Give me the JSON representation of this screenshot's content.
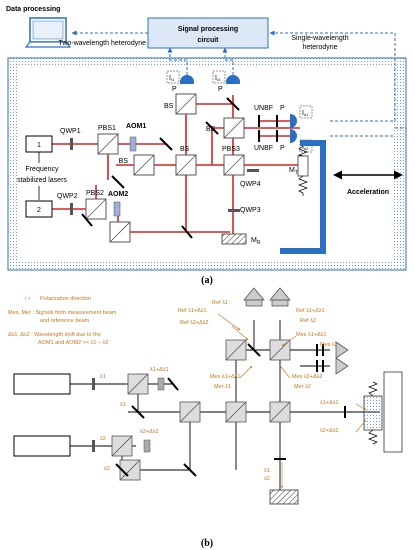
{
  "panel_a": {
    "caption": "(a)",
    "data_processing": "Data processing",
    "signal_box": [
      "Signal processing",
      "circuit"
    ],
    "two_wavelength": "Two-wavelength heterodyne",
    "single_wavelength": [
      "Single-wavelength",
      "heterodyne"
    ],
    "qwp1": "QWP1",
    "qwp2": "QWP2",
    "qwp3": "QWP3",
    "qwp4": "QWP4",
    "pbs1": "PBS1",
    "pbs2": "PBS2",
    "pbs3": "PBS3",
    "aom1": "AOM1",
    "aom2": "AOM2",
    "bs": "BS",
    "unbf": "UNBF",
    "p": "P",
    "laser1": "1",
    "laser2": "2",
    "freq_lasers": [
      "Frequency",
      "stabilized lasers"
    ],
    "mr": "M_R",
    "mt": "M_T",
    "acceleration": "Acceleration",
    "i1": "I_r1",
    "i2": "I_r2",
    "i3": "I_s1",
    "i4": "I_s2"
  },
  "panel_b": {
    "caption": "(b)",
    "legend_arrows": "Polarization direction",
    "legend_mes_mer": [
      "Mes, Mer : Signals from measurement beam",
      "and reference beam"
    ],
    "legend_delta": [
      "Δλ1, Δλ2 : Wavelength shift due to the",
      "AOM1 and AOM2 << λ1 − λ2"
    ],
    "lambda1": "λ1",
    "lambda2": "λ2",
    "l1d": "λ1+Δλ1",
    "l2d": "λ2+Δλ2",
    "ref_l1_l1d": "Ref λ1+Δλ1",
    "ref_l1": "Ref λ1",
    "ref_l2_l2d": "Ref λ2+Δλ2",
    "ref_l2": "Ref λ2",
    "ref_l1d_only": "Ref λ1+Δλ1",
    "mes_l1_l1d": "Mes λ1+Δλ1",
    "mes_l2_l2d": "Mes λ2+Δλ2",
    "mer_l1": "Mer λ1",
    "mer_l2": "Mer λ2",
    "mes_l2": "Mes λ2",
    "mes_l1": "Mes λ1+Δλ1",
    "mer_l1_star": "Mer λ1",
    "l1_dl1": "λ1+Δλ1",
    "l2_dl2": "λ2+Δλ2",
    "l1_l2": "λ1",
    "l2_l2": "λ2"
  },
  "colors": {
    "beam": "#d32626",
    "blue": "#2b6fc4",
    "orange": "#c8741e",
    "dots": "#6a9fd6"
  }
}
